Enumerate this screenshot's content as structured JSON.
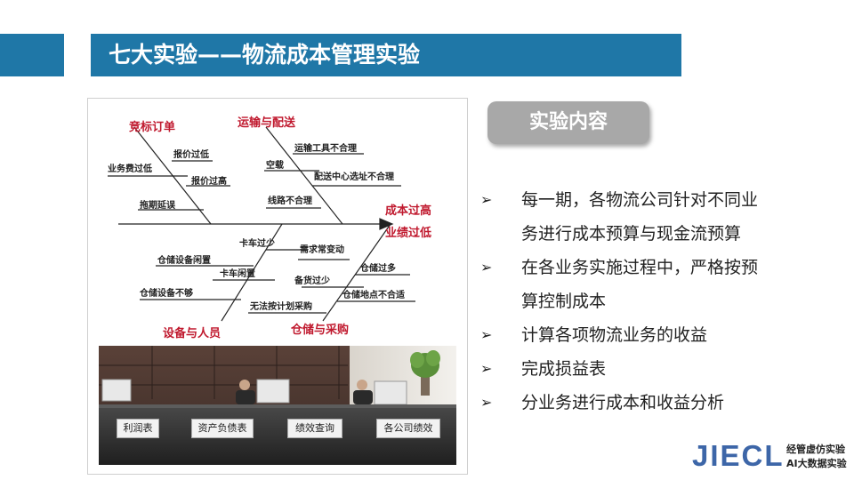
{
  "header": {
    "title": "七大实验——物流成本管理实验"
  },
  "fishbone": {
    "head": [
      "成本过高",
      "业绩过低"
    ],
    "categories": [
      "竞标订单",
      "运输与配送",
      "设备与人员",
      "仓储与采购"
    ],
    "causes": {
      "bidding": [
        "报价过低",
        "业务费过低",
        "报价过高",
        "拖期延误"
      ],
      "transport": [
        "运输工具不合理",
        "空载",
        "配送中心选址不合理",
        "线路不合理"
      ],
      "equipment": [
        "卡车过少",
        "仓储设备闲置",
        "卡车闲置",
        "仓储设备不够"
      ],
      "warehouse": [
        "需求常变动",
        "仓储过多",
        "备货过少",
        "仓储地点不合适",
        "无法按计划采购"
      ]
    }
  },
  "room_buttons": [
    "利润表",
    "资产负债表",
    "绩效查询",
    "各公司绩效"
  ],
  "section": {
    "title": "实验内容"
  },
  "bullets": [
    {
      "lines": [
        "每一期，各物流公司针对不同业",
        "务进行成本预算与现金流预算"
      ]
    },
    {
      "lines": [
        "在各业务实施过程中，严格按预",
        "算控制成本"
      ]
    },
    {
      "lines": [
        "计算各项物流业务的收益"
      ]
    },
    {
      "lines": [
        "完成损益表"
      ]
    },
    {
      "lines": [
        "分业务进行成本和收益分析"
      ]
    }
  ],
  "bullet_marker": "➢",
  "logo": {
    "mark": "JIECL",
    "line1": "经管虚仿实验",
    "line2": "AI大数据实验"
  },
  "colors": {
    "banner": "#1f77a7",
    "fishbone_title": "#c0192e",
    "badge": "#a8a8a8",
    "logo": "#3d66a8"
  }
}
